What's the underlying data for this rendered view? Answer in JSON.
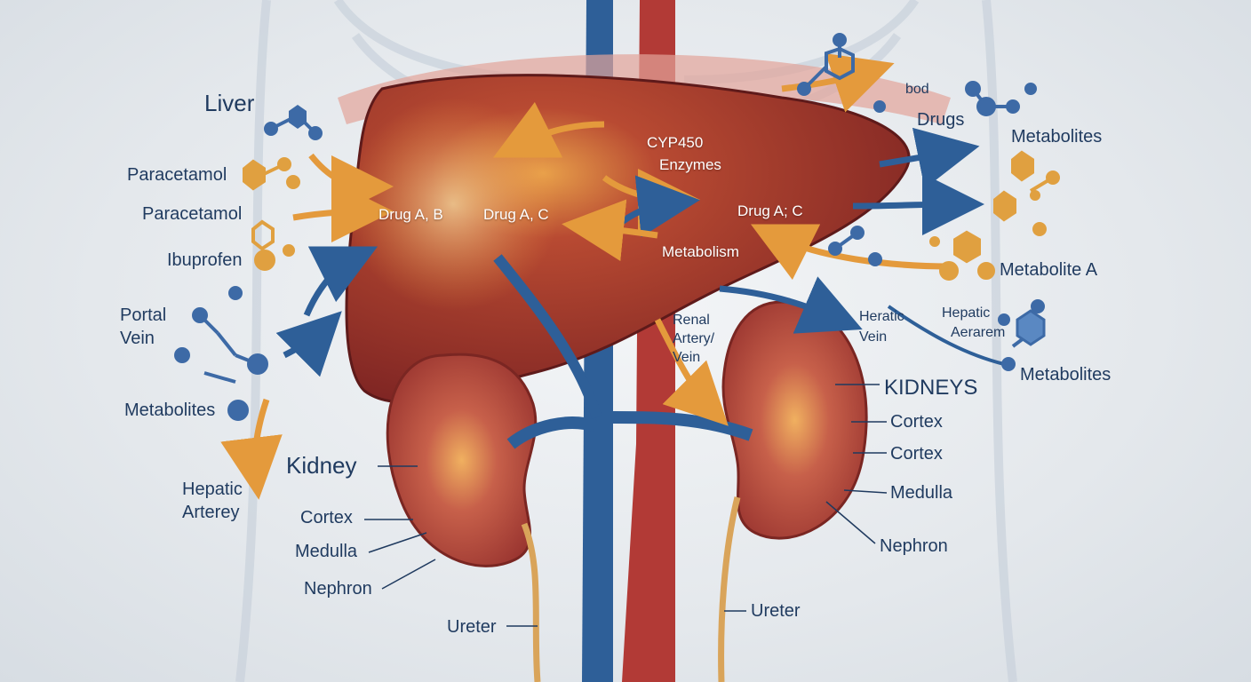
{
  "labels": {
    "liver": "Liver",
    "paracetamol_1": "Paracetamol",
    "paracetamol_2": "Paracetamol",
    "ibuprofen": "Ibuprofen",
    "portal_vein_line1": "Portal",
    "portal_vein_line2": "Vein",
    "metabolites_left": "Metabolites",
    "hepatic_artery_line1": "Hepatic",
    "hepatic_artery_line2": "Arterey",
    "kidney_left": "Kidney",
    "cortex_left": "Cortex",
    "medulla_left": "Medulla",
    "nephron_left": "Nephron",
    "ureter_left": "Ureter",
    "drug_ab": "Drug A, B",
    "drug_ac": "Drug A, C",
    "cyp450_line1": "CYP450",
    "cyp450_line2": "Enzymes",
    "drug_ac_right": "Drug A; C",
    "metabolism": "Metabolism",
    "bod": "bod",
    "drugs": "Drugs",
    "metabolites_top_right": "Metabolites",
    "metabolite_a": "Metabolite A",
    "heratic_vein_line1": "Heratic",
    "heratic_vein_line2": "Vein",
    "hepatic_arem_line1": "Hepatic",
    "hepatic_arem_line2": "Aerarem",
    "metabolites_right": "Metabolites",
    "renal_line1": "Renal",
    "renal_line2": "Artery/",
    "renal_line3": "Vein",
    "kidneys": "KIDNEYS",
    "cortex_right_1": "Cortex",
    "cortex_right_2": "Cortex",
    "medulla_right": "Medulla",
    "nephron_right": "Nephron",
    "ureter_right": "Ureter"
  },
  "colors": {
    "liver": "#8e2a2a",
    "kidney": "#b0463c",
    "vein_blue": "#2e5f98",
    "artery_red": "#b23a36",
    "arrow_orange": "#e49a3c",
    "molecule_blue": "#3d6aa6",
    "molecule_orange": "#e0a040",
    "label_navy": "#1f3a5f"
  }
}
